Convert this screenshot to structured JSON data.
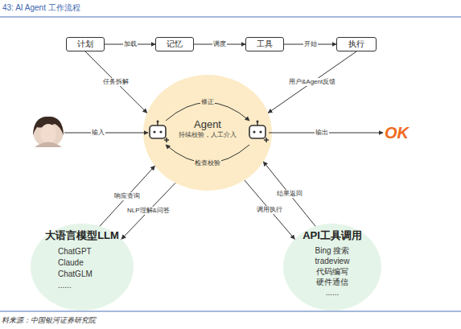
{
  "diagram": {
    "title": "43: AI Agent 工作流程",
    "caption": "料来源：中国银河证券研究院",
    "nodes": [
      {
        "text": [
          "计划"
        ]
      },
      {
        "text": [
          "记忆"
        ]
      },
      {
        "text": [
          "工具"
        ]
      },
      {
        "text": [
          "执行"
        ]
      },
      {
        "text": [
          "Agent",
          "持续校验，人工介入"
        ]
      },
      {
        "text": [
          "大语言模型LLM",
          "ChatGPT Claude ChatGLM ......"
        ]
      },
      {
        "text": [
          "API工具调用",
          "Bing 搜索 tradeview 代码编写 硬件通信 ......"
        ]
      }
    ],
    "edges": [
      {
        "from": 0,
        "to": 1,
        "label": "加载",
        "arrow": "to"
      },
      {
        "from": 1,
        "to": 2,
        "label": "调度",
        "arrow": "to"
      },
      {
        "from": 2,
        "to": 3,
        "label": "开始",
        "arrow": "to"
      },
      {
        "from": 0,
        "to": 4,
        "label": "任务拆解",
        "arrow": "to"
      },
      {
        "from": 3,
        "to": 4,
        "label": "用户&Agent反馈",
        "arrow": "to"
      },
      {
        "from": 5,
        "to": 4,
        "label": "响应查询",
        "arrow": "to"
      },
      {
        "from": 4,
        "to": 5,
        "label": "NLP理解&问答",
        "arrow": "to"
      },
      {
        "from": 6,
        "to": 4,
        "label": "结果返回",
        "arrow": "to"
      },
      {
        "from": 4,
        "to": 6,
        "label": "调用执行",
        "arrow": "to"
      }
    ],
    "labels": [
      "输入",
      "修正",
      "检查校验",
      "输出",
      "OK"
    ]
  }
}
